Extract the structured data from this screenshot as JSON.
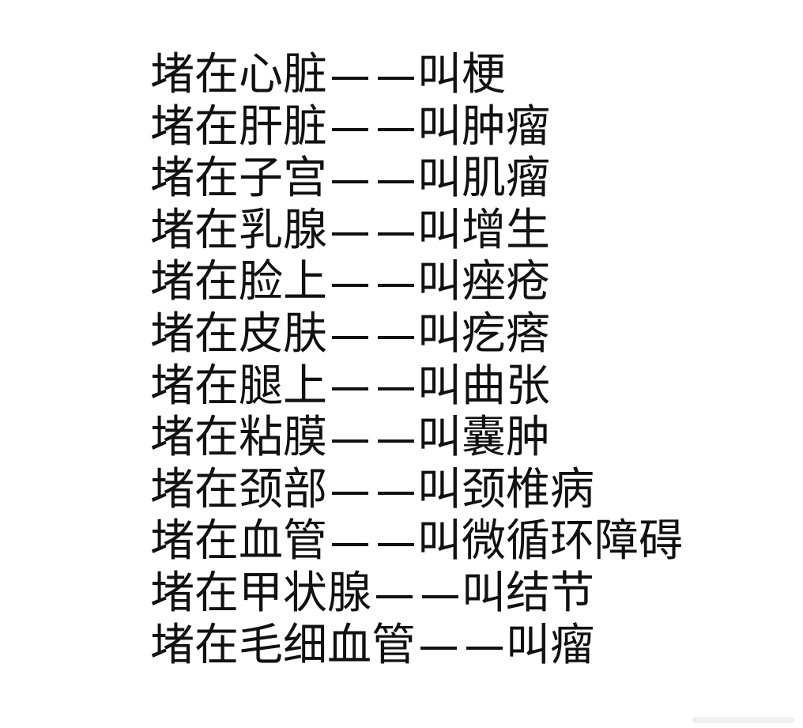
{
  "document": {
    "lines": [
      {
        "location": "堵在心脏",
        "name": "叫梗"
      },
      {
        "location": "堵在肝脏",
        "name": "叫肿瘤"
      },
      {
        "location": "堵在子宫",
        "name": "叫肌瘤"
      },
      {
        "location": "堵在乳腺",
        "name": "叫增生"
      },
      {
        "location": "堵在脸上",
        "name": "叫痤疮"
      },
      {
        "location": "堵在皮肤",
        "name": "叫疙瘩"
      },
      {
        "location": "堵在腿上",
        "name": "叫曲张"
      },
      {
        "location": "堵在粘膜",
        "name": "叫囊肿"
      },
      {
        "location": "堵在颈部",
        "name": "叫颈椎病"
      },
      {
        "location": "堵在血管",
        "name": "叫微循环障碍"
      },
      {
        "location": "堵在甲状腺",
        "name": "叫结节"
      },
      {
        "location": "堵在毛细血管",
        "name": "叫瘤"
      }
    ],
    "separator": "——"
  },
  "colors": {
    "text": "#111111",
    "background": "#ffffff"
  }
}
